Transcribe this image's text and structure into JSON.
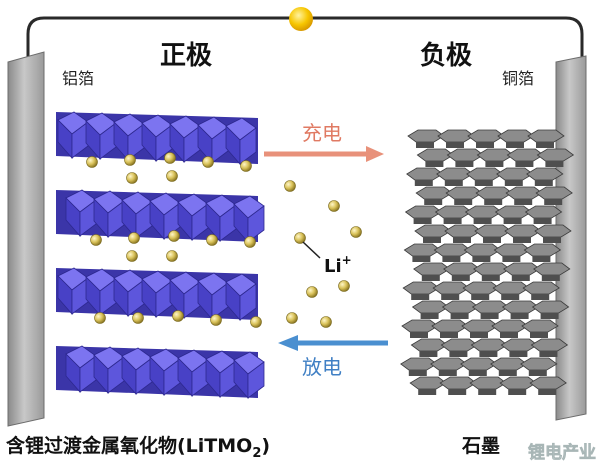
{
  "diagram": {
    "positive_title": "正极",
    "negative_title": "负极",
    "left_foil_label": "铝箔",
    "right_foil_label": "铜箔",
    "charge_label": "充电",
    "discharge_label": "放电",
    "ion_label": "Li",
    "ion_charge": "+",
    "cathode_caption": "含锂过渡金属氧化物(LiTMO",
    "cathode_caption_sub": "2",
    "cathode_caption_end": ")",
    "anode_caption": "石墨",
    "watermark": "锂电产业"
  },
  "colors": {
    "wire": "#2a2a2a",
    "bulb": "#f7c600",
    "charge_arrow": "#e8917a",
    "discharge_arrow": "#4a8fd0",
    "octahedra": "#5a52d6",
    "graphite": "#6e6e6e",
    "ion": "#d9c25a"
  }
}
